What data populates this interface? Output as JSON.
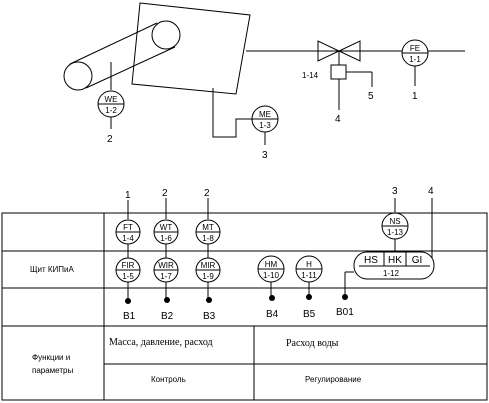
{
  "process": {
    "instruments": [
      {
        "code": "WE",
        "num": "1-2",
        "callout": "2"
      },
      {
        "code": "ME",
        "num": "1-3",
        "callout": "3"
      },
      {
        "code": "FE",
        "num": "1-1",
        "callout": "1"
      }
    ],
    "valve_label": "1-14",
    "actuator_callouts": [
      "4",
      "5"
    ]
  },
  "panel": {
    "row_label": "Щит КИПиА",
    "top_instruments": [
      {
        "code": "FT",
        "num": "1-4",
        "callout": "1"
      },
      {
        "code": "WT",
        "num": "1-6",
        "callout": "2"
      },
      {
        "code": "MT",
        "num": "1-8",
        "callout": "2"
      },
      {
        "code": "NS",
        "num": "1-13",
        "callout": "3"
      }
    ],
    "mid_instruments": [
      {
        "code": "FIR",
        "num": "1-5"
      },
      {
        "code": "WIR",
        "num": "1-7"
      },
      {
        "code": "MIR",
        "num": "1-9"
      },
      {
        "code": "HM",
        "num": "1-10"
      },
      {
        "code": "H",
        "num": "1-11"
      }
    ],
    "group_device": {
      "cells": [
        "HS",
        "HK",
        "GI"
      ],
      "num": "1-12",
      "callout": "4"
    },
    "terminals": [
      "B1",
      "B2",
      "B3",
      "B4",
      "B5",
      "B01"
    ]
  },
  "functions": {
    "row_label": "Функции и параметры",
    "left_param": "Масса, давление, расход",
    "right_param": "Расход воды",
    "left_func": "Контроль",
    "right_func": "Регулирование"
  }
}
